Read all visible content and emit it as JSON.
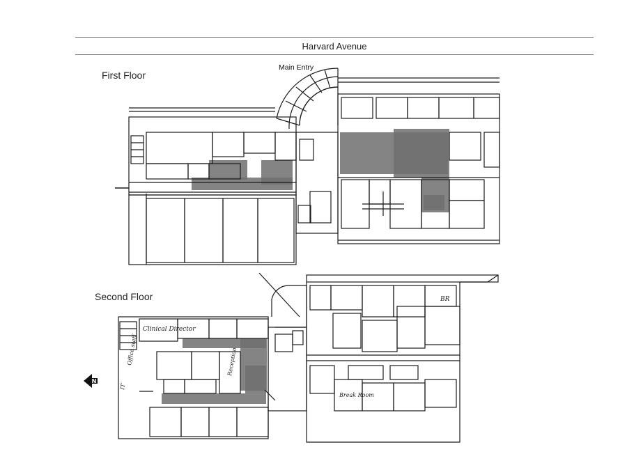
{
  "street": {
    "name": "Harvard Avenue"
  },
  "floors": {
    "first": {
      "label": "First Floor"
    },
    "second": {
      "label": "Second Floor"
    }
  },
  "main_entry": {
    "label": "Main Entry"
  },
  "handwritten_notes": {
    "clinical_director": "Clinical Director",
    "reception": "Reception",
    "break_room": "Break Room",
    "br": "BR",
    "office_staff": "Office staff",
    "it": "IT"
  },
  "compass": {
    "label": "N"
  },
  "colors": {
    "highlight": "#6e6e6e",
    "line": "#1a1a1a"
  }
}
